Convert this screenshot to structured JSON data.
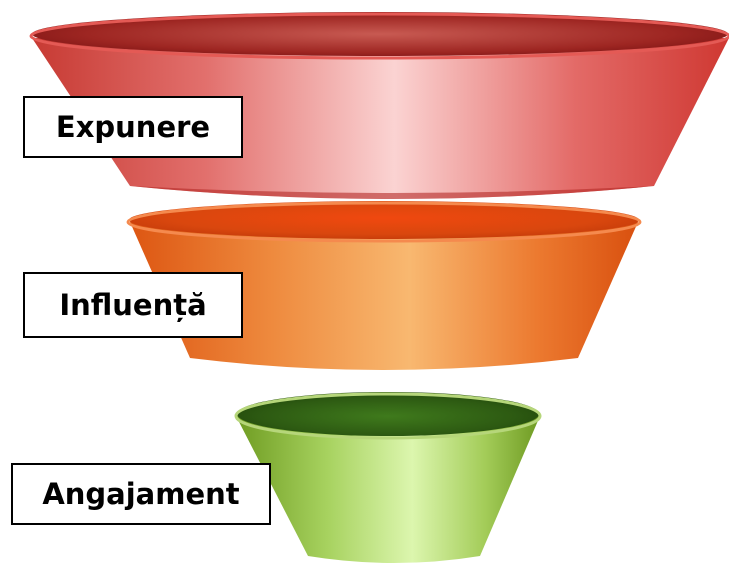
{
  "funnel": {
    "stages": [
      {
        "label": "Expunere",
        "colors": {
          "edge": "#c9362f",
          "highlight": "#fbd1d1",
          "rim": "#e9504a",
          "inner": "#7e1616"
        }
      },
      {
        "label": "Influență",
        "colors": {
          "edge": "#e2560f",
          "highlight": "#f8b56e",
          "rim": "#f2864a",
          "inner": "#d9410a"
        }
      },
      {
        "label": "Angajament",
        "colors": {
          "edge": "#75a326",
          "highlight": "#d8f6a8",
          "rim": "#a8cc64",
          "inner": "#2c5710"
        }
      }
    ]
  }
}
